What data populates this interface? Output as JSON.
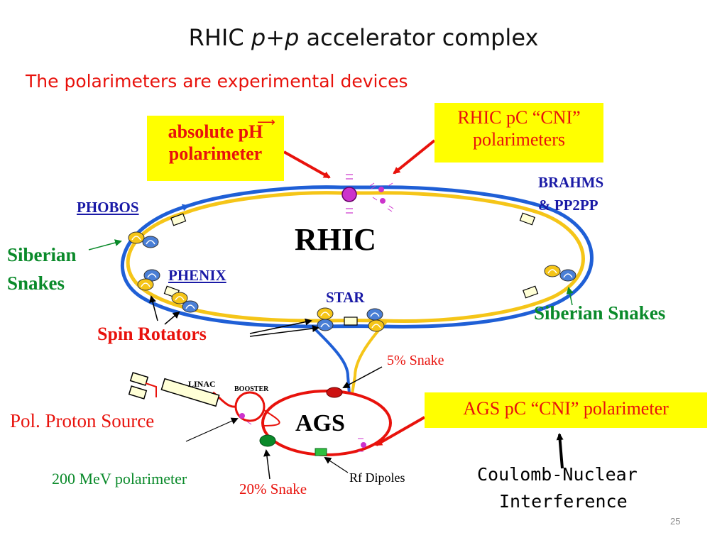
{
  "title": {
    "main": "RHIC ",
    "italic": "p+p",
    "rest": " accelerator complex"
  },
  "subtitle": "The polarimeters are experimental devices",
  "boxes": {
    "absolute_pH": {
      "line1": "absolute pH",
      "line2": "polarimeter"
    },
    "rhic_cni": {
      "line1": "RHIC pC “CNI”",
      "line2": "polarimeters"
    },
    "ags_cni": "AGS pC “CNI” polarimeter"
  },
  "labels": {
    "rhic": "RHIC",
    "ags": "AGS",
    "phobos": "PHOBOS",
    "brahms": "BRAHMS",
    "pp2pp": "& PP2PP",
    "phenix": "PHENIX",
    "star": "STAR",
    "siberian_left_1": "Siberian",
    "siberian_left_2": "Snakes",
    "siberian_right": "Siberian Snakes",
    "spin_rotators": "Spin Rotators",
    "snake5": "5% Snake",
    "linac": "LINAC",
    "booster": "BOOSTER",
    "pol_source": "Pol. Proton Source",
    "mev200": "200 MeV polarimeter",
    "snake20": "20% Snake",
    "rf_dipoles": "Rf Dipoles",
    "cni_1": "Coulomb-Nuclear",
    "cni_2": "Interference",
    "page": "25"
  },
  "colors": {
    "blue_ring": "#1f5fd6",
    "yellow_ring": "#f5c518",
    "red": "#e8120c",
    "green": "#0a8a2a",
    "navy": "#1a1aa6"
  }
}
